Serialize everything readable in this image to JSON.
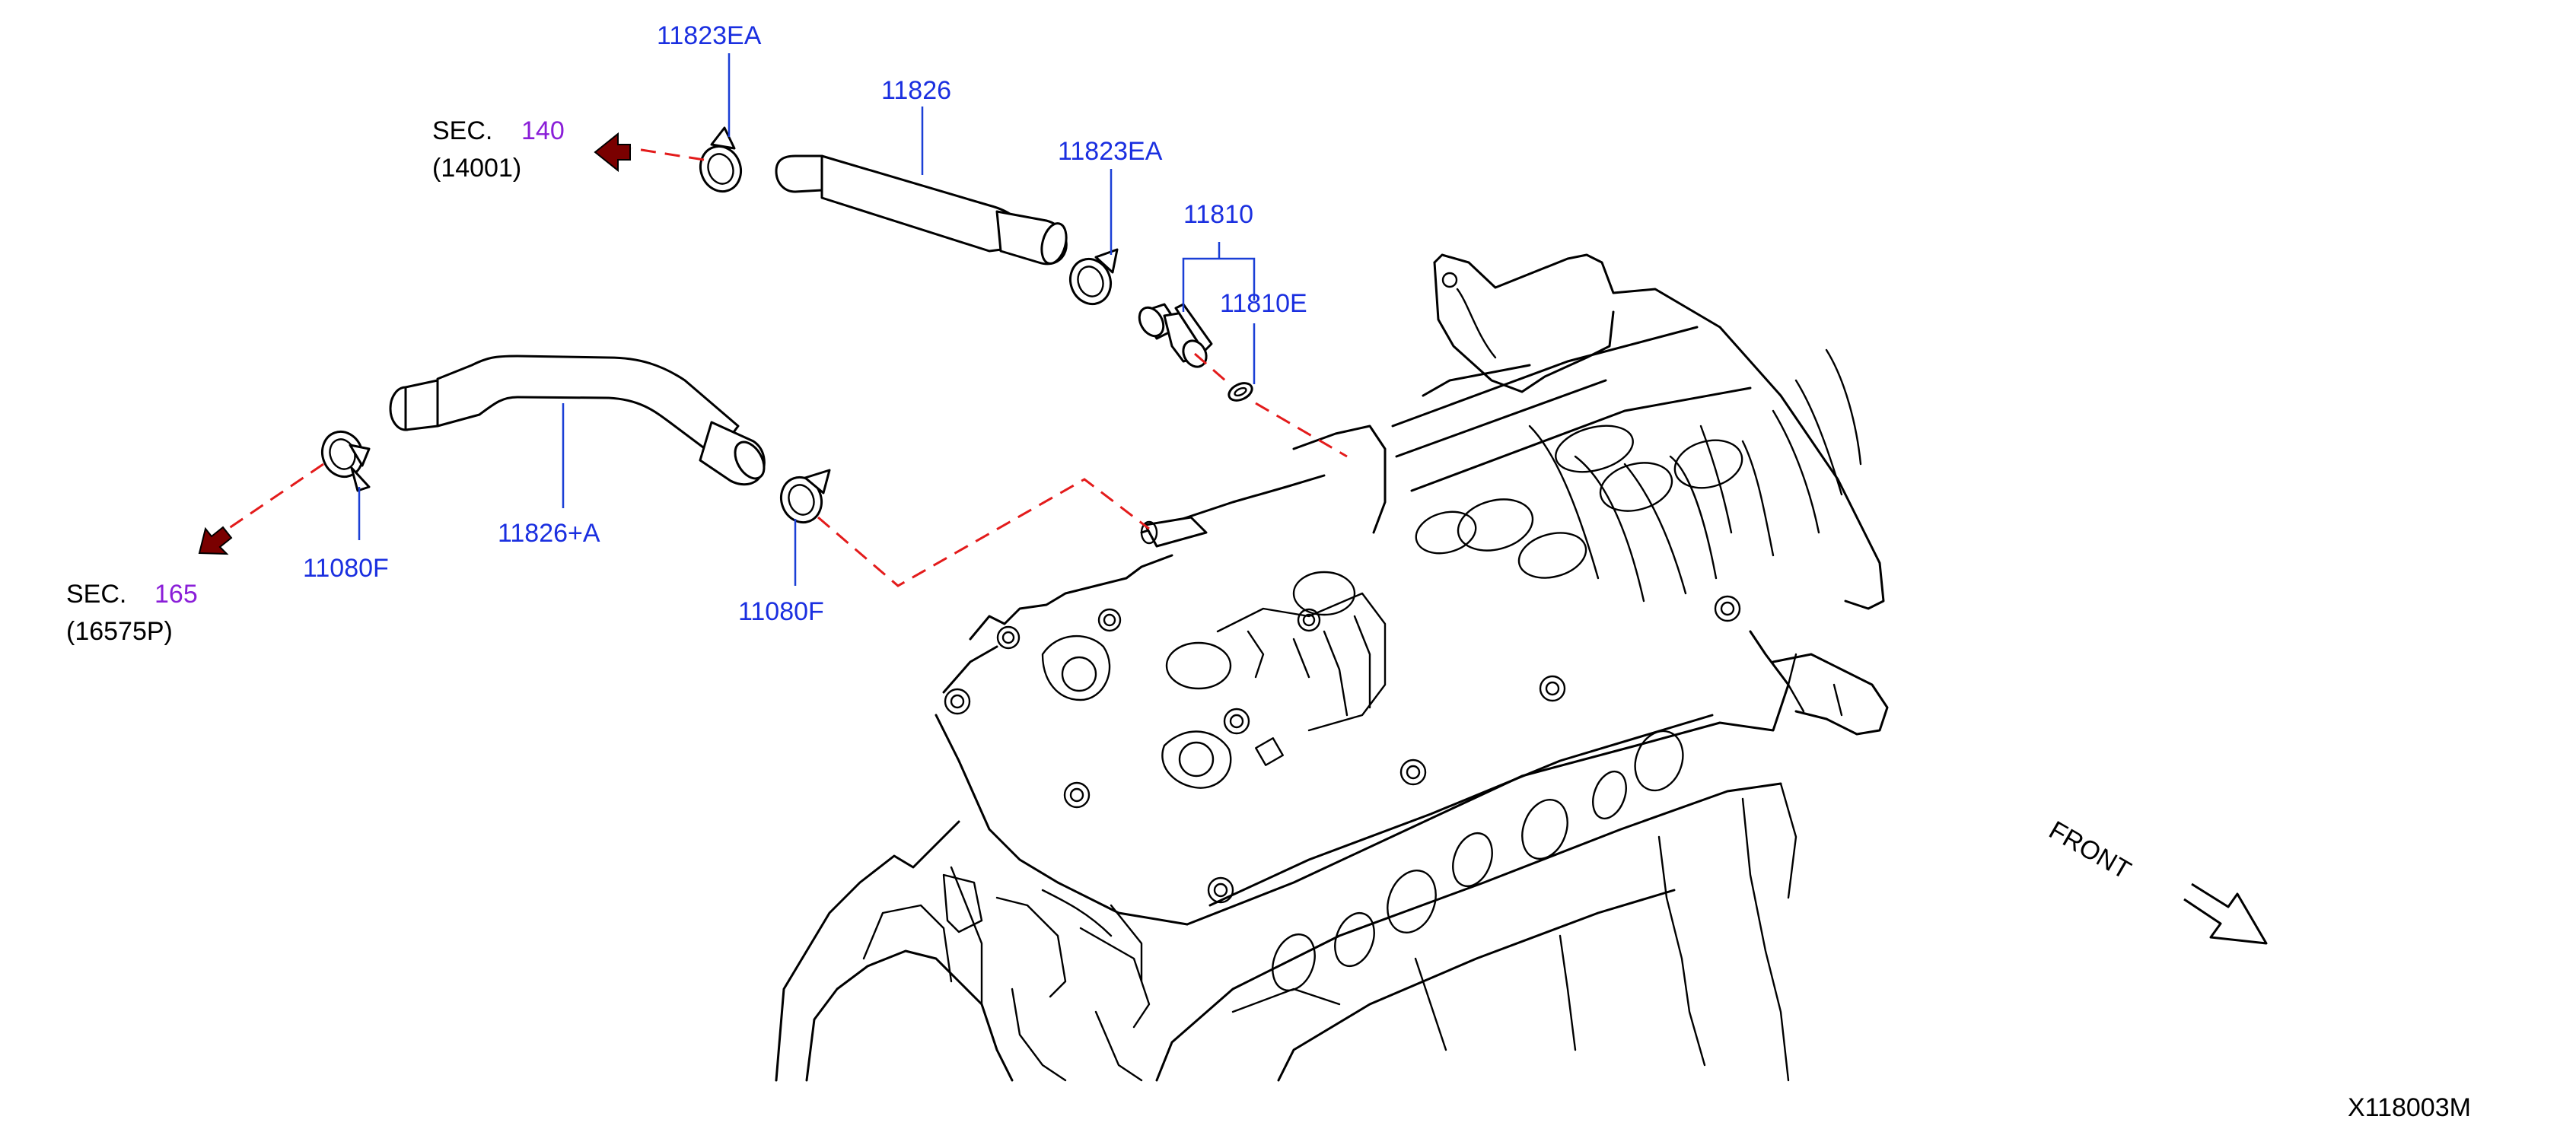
{
  "parts": {
    "clamp_top_left": "11823EA",
    "hose_upper": "11826",
    "clamp_top_right": "11823EA",
    "pcv_valve": "11810",
    "o_ring": "11810E",
    "hose_lower": "11826+A",
    "clamp_lower_left": "11080F",
    "clamp_lower_right": "11080F"
  },
  "references": {
    "sec_a": {
      "label": "SEC.",
      "number": "140",
      "sub": "(14001)"
    },
    "sec_b": {
      "label": "SEC.",
      "number": "165",
      "sub": "(16575P)"
    }
  },
  "orientation": {
    "label": "FRONT"
  },
  "figure_id": "X118003M",
  "colors": {
    "part_number": "#1a2fe0",
    "section_number": "#8a1ed8",
    "leader_line": "#1a3fd6",
    "dashed_path": "#e31b1b",
    "arrow": "#7a0000"
  }
}
